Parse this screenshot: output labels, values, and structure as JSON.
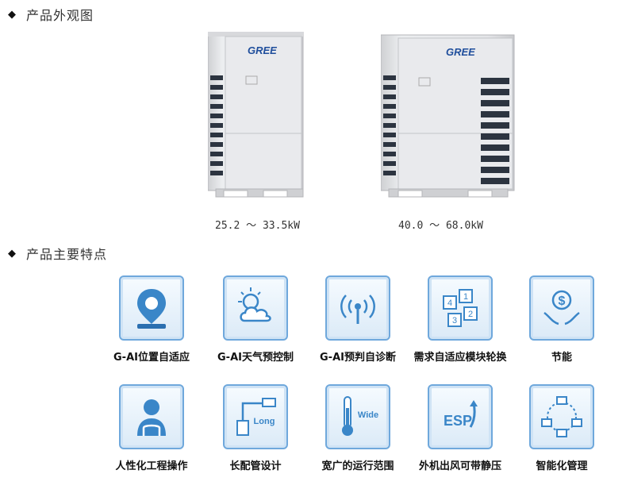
{
  "sections": {
    "appearance": "产品外观图",
    "features": "产品主要特点"
  },
  "products": [
    {
      "brand": "GREE",
      "caption": "25.2 ～ 33.5kW"
    },
    {
      "brand": "GREE",
      "caption": "40.0 ～ 68.0kW"
    }
  ],
  "features": [
    {
      "label": "G-AI位置自适应",
      "icon": "location-pin-icon"
    },
    {
      "label": "G-AI天气预控制",
      "icon": "weather-icon"
    },
    {
      "label": "G-AI预判自诊断",
      "icon": "signal-icon"
    },
    {
      "label": "需求自适应模块轮换",
      "icon": "module-rotation-icon"
    },
    {
      "label": "节能",
      "icon": "energy-saving-icon"
    },
    {
      "label": "人性化工程操作",
      "icon": "person-icon"
    },
    {
      "label": "长配管设计",
      "icon": "long-piping-icon"
    },
    {
      "label": "宽广的运行范围",
      "icon": "thermometer-icon"
    },
    {
      "label": "外机出风可带静压",
      "icon": "esp-icon"
    },
    {
      "label": "智能化管理",
      "icon": "network-icon"
    }
  ],
  "icon_text": {
    "wide": "Wide",
    "long": "Long",
    "esp": "ESP",
    "dollar": "$",
    "modules": [
      "4",
      "1",
      "3",
      "2"
    ]
  }
}
